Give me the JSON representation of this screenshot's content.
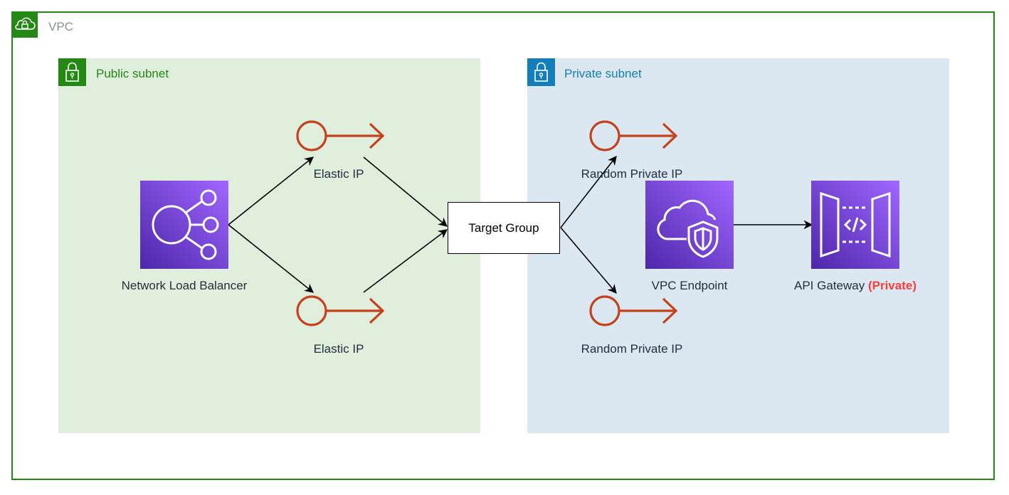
{
  "vpc": {
    "label": "VPC",
    "icon": "cloud-lock-icon",
    "color": "#248814"
  },
  "public_subnet": {
    "label": "Public subnet",
    "icon": "padlock-icon",
    "color": "#248814",
    "fill": "#e0eedc"
  },
  "private_subnet": {
    "label": "Private subnet",
    "icon": "padlock-icon",
    "color": "#147eba",
    "fill": "#dbe7f1"
  },
  "nodes": {
    "nlb": {
      "label": "Network Load Balancer",
      "icon": "network-load-balancer-icon"
    },
    "eip_top": {
      "label": "Elastic IP",
      "icon": "elastic-ip-icon"
    },
    "eip_bottom": {
      "label": "Elastic IP",
      "icon": "elastic-ip-icon"
    },
    "target_group": {
      "label": "Target Group"
    },
    "rpip_top": {
      "label": "Random Private IP",
      "icon": "elastic-ip-icon"
    },
    "rpip_bottom": {
      "label": "Random Private IP",
      "icon": "elastic-ip-icon"
    },
    "vpc_endpoint": {
      "label": "VPC Endpoint",
      "icon": "vpc-endpoint-icon"
    },
    "api_gateway": {
      "label": "API Gateway",
      "tag": "(Private)",
      "tag_color": "#ff3b3b",
      "icon": "api-gateway-icon"
    }
  },
  "colors": {
    "ip_icon": "#c7401b",
    "tile_from": "#4d27aa",
    "tile_to": "#a166ff",
    "arrow": "#000000"
  }
}
